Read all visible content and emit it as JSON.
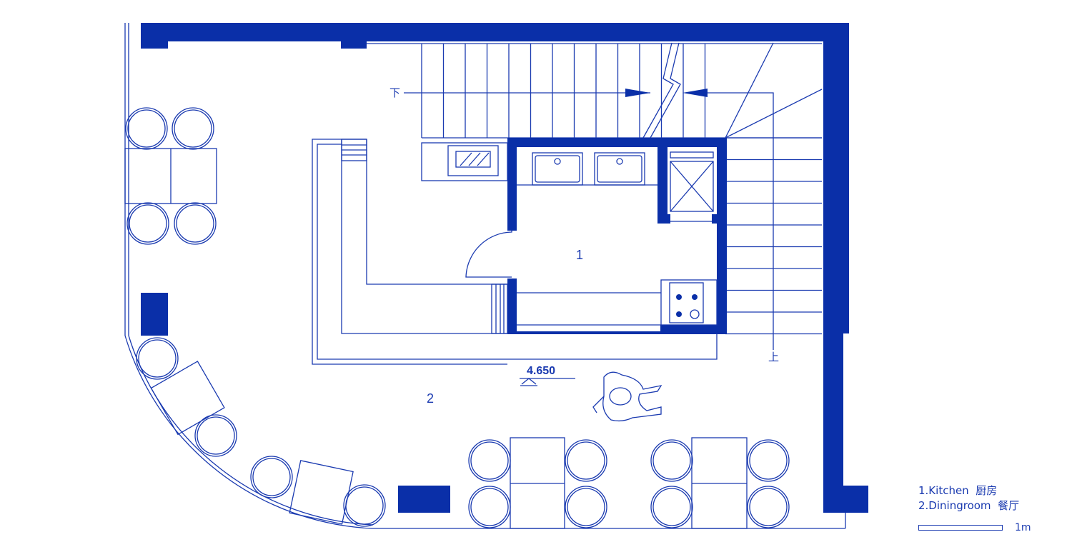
{
  "plan": {
    "room_labels": {
      "kitchen_number": "1",
      "dining_number": "2"
    },
    "level_mark": "4.650",
    "stair_down": "下",
    "stair_up": "上"
  },
  "legend": {
    "items": [
      "1.Kitchen  厨房",
      "2.Diningroom  餐厅"
    ],
    "scale_label": "1m"
  },
  "colors": {
    "line": "#1a3ab0",
    "wall": "#0a2fa8"
  }
}
